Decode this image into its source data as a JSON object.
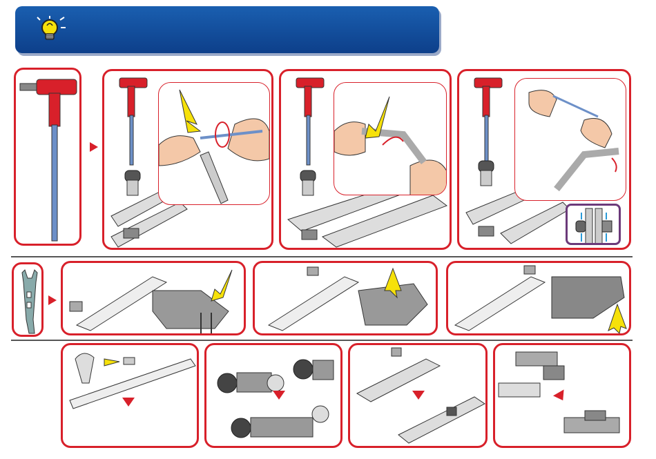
{
  "banner": {
    "title": "",
    "icon": "lightbulb-icon",
    "color": "#0d4fa0"
  },
  "accent_color": "#d8202a",
  "sections": [
    {
      "name": "hex-key-row",
      "steps": 4
    },
    {
      "name": "spanner-row",
      "steps": 4
    },
    {
      "name": "parts-row",
      "steps": 4
    }
  ]
}
